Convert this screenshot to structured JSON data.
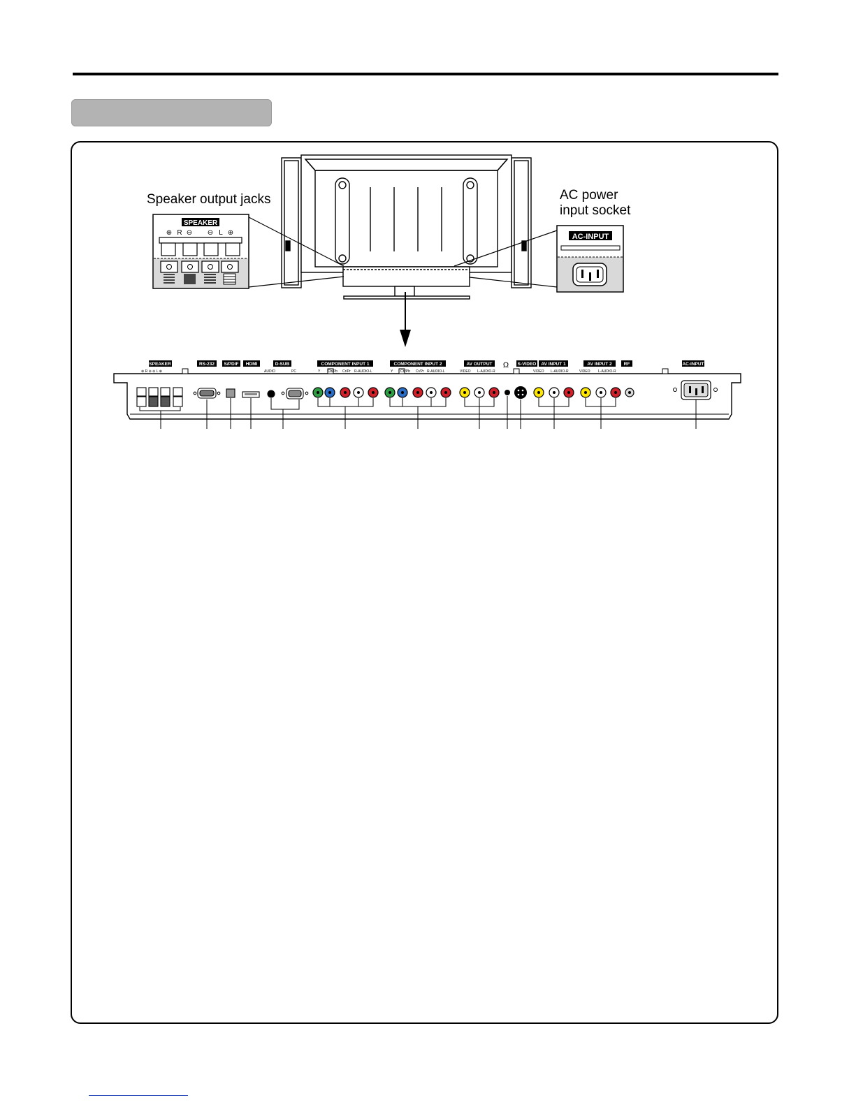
{
  "callouts": {
    "speaker": "Speaker output jacks",
    "ac_line1": "AC power",
    "ac_line2": "input socket"
  },
  "zoom_left": {
    "header": "SPEAKER",
    "r": "R",
    "l": "L"
  },
  "zoom_right": {
    "header": "AC-INPUT"
  },
  "panel_labels": {
    "speaker": "SPEAKER",
    "rs232": "RS-232",
    "spdif": "S/PDIF",
    "hdmi": "HDMI",
    "dsub": "D-SUB",
    "comp1": "COMPONENT INPUT 1",
    "comp2": "COMPONENT INPUT 2",
    "avout": "AV OUTPUT",
    "svideo": "S-VIDEO",
    "av1": "AV INPUT 1",
    "av2": "AV INPUT 2",
    "rf": "RF",
    "acinput": "AC-INPUT"
  },
  "panel_sublabels": {
    "dsub_audio": "AUDIO",
    "dsub_pc": "PC",
    "y": "Y",
    "cb": "Cb/Pb",
    "cr": "Cr/Pr",
    "audio_rl": "R-AUDIO-L",
    "video": "VIDEO",
    "audio_lr": "L-AUDIO-R"
  },
  "jack_colors": {
    "green": "#2f9e44",
    "blue": "#2b6cc4",
    "red": "#d0202a",
    "white": "#ffffff",
    "yellow": "#ffe600",
    "gray": "#d9d9d9"
  }
}
